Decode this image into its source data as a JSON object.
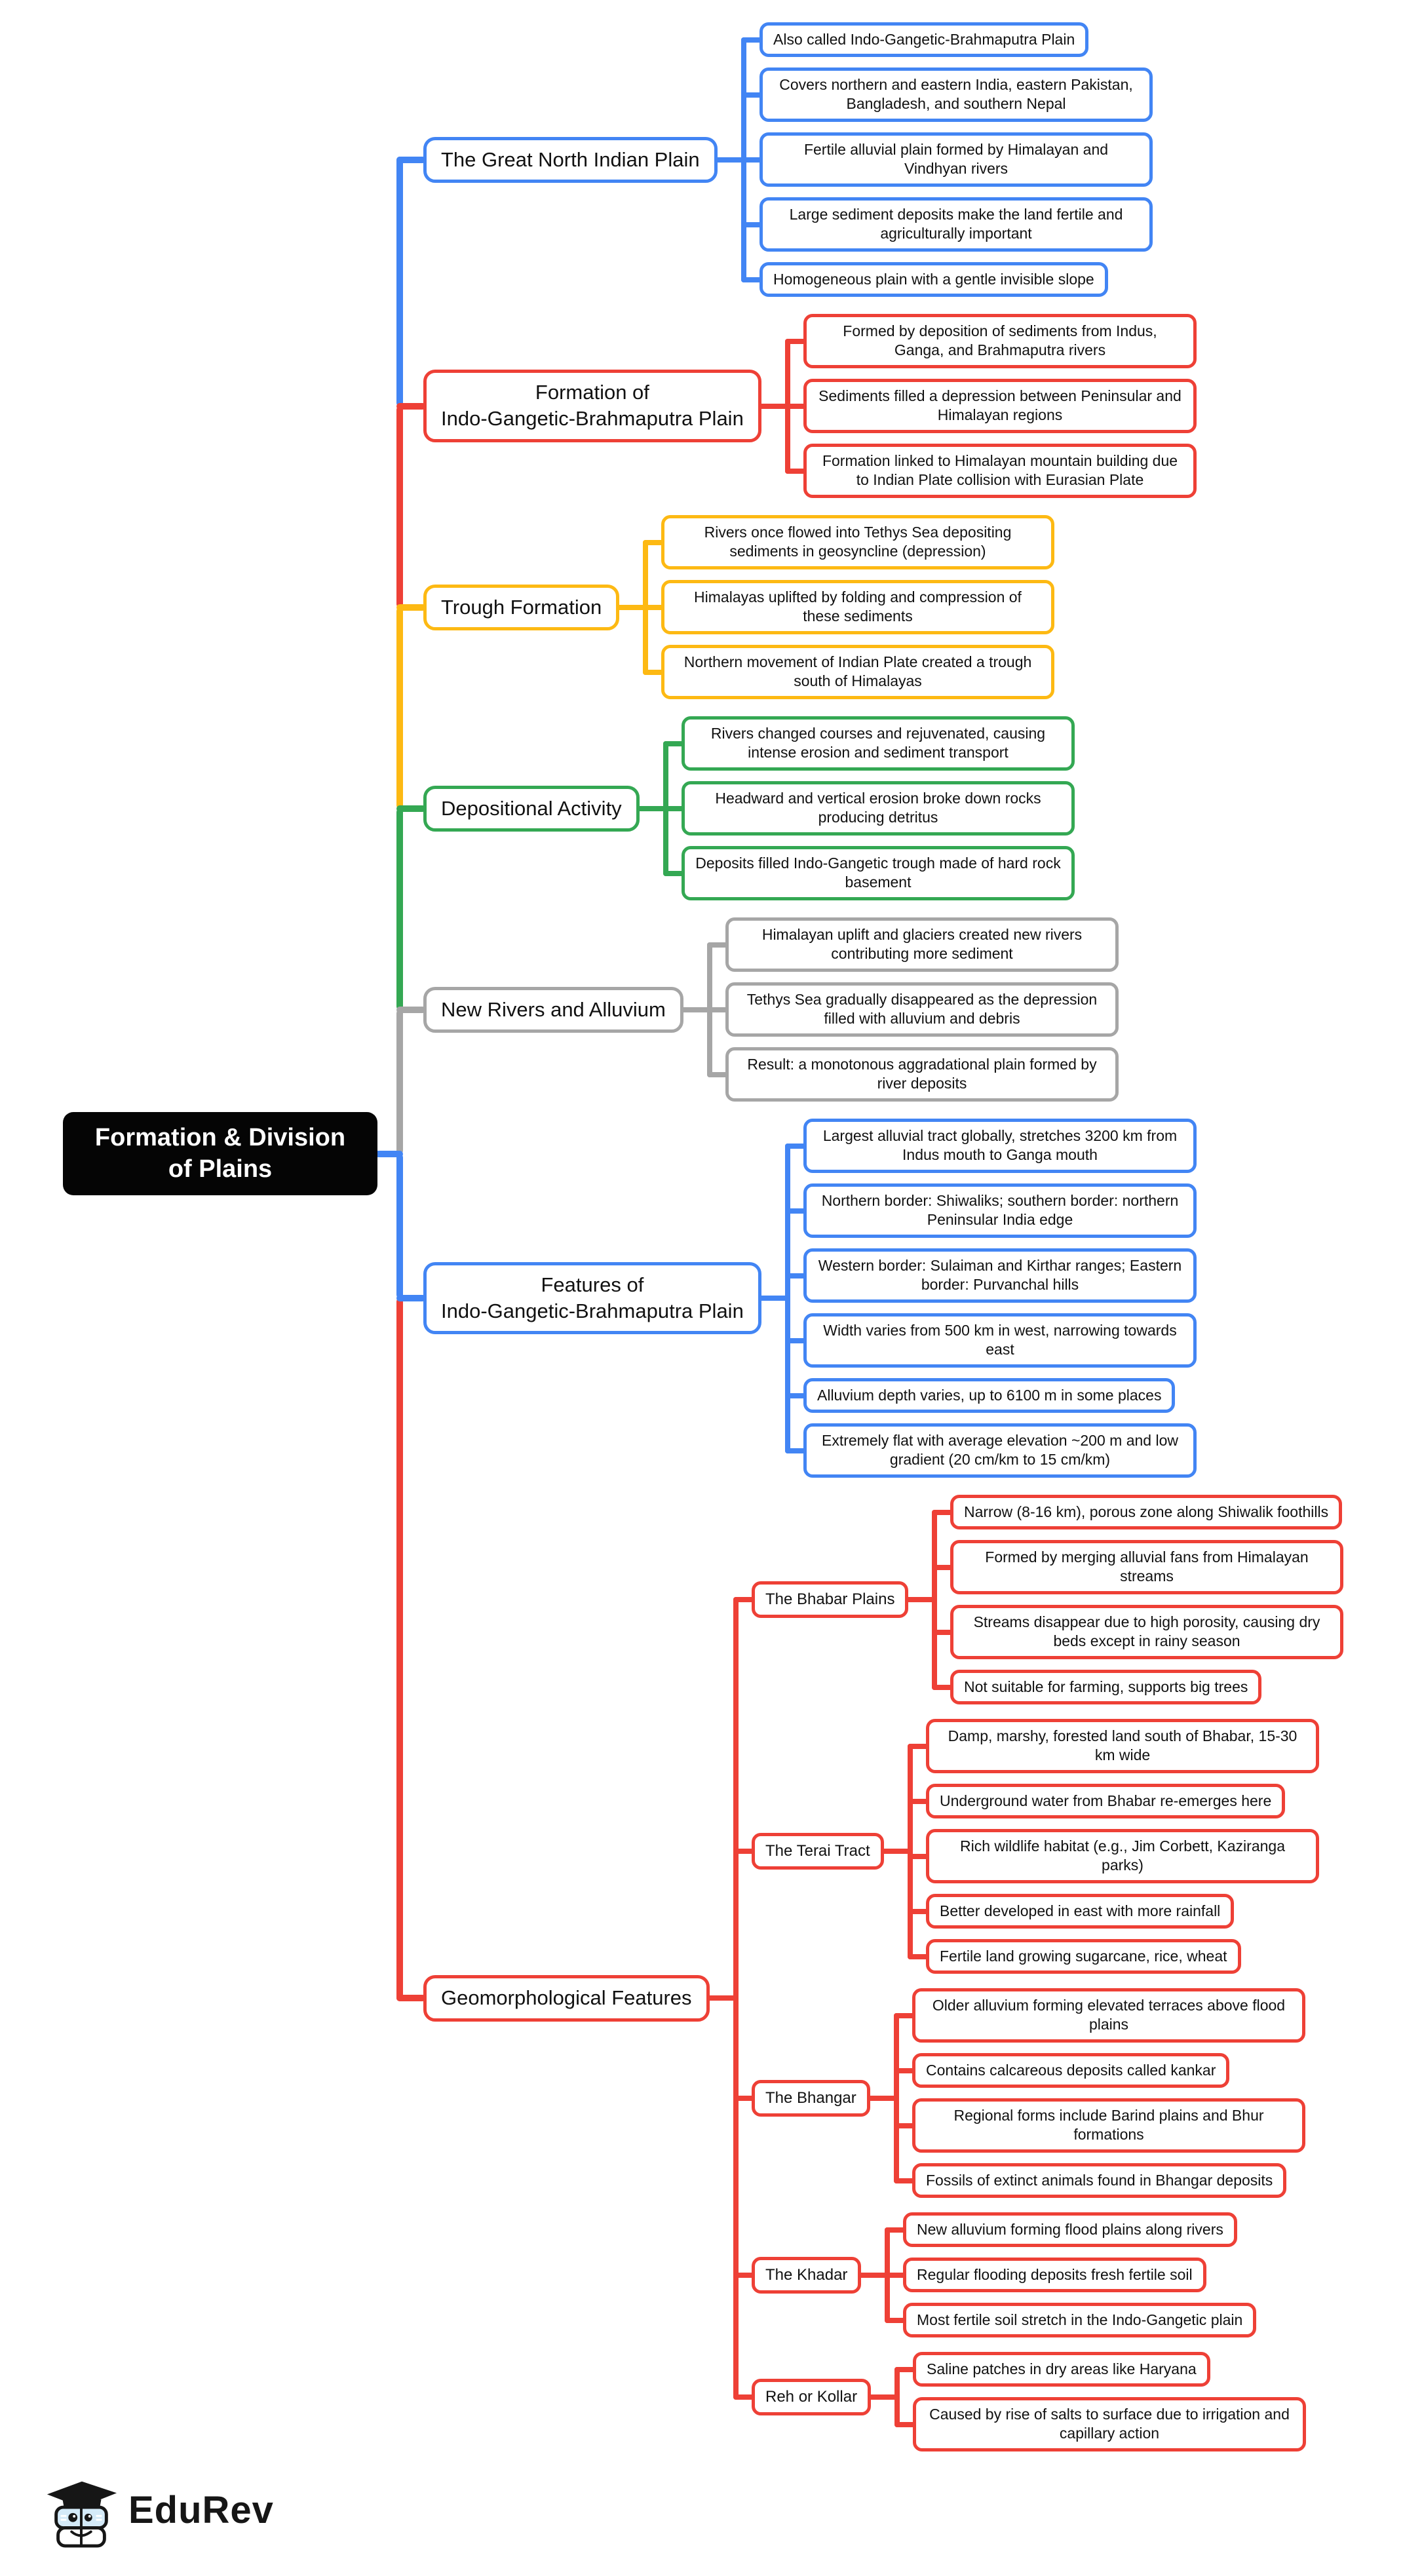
{
  "page": {
    "background": "#FFFFFF"
  },
  "palette": {
    "blue": "#4285F4",
    "red": "#EE4036",
    "yellow": "#FDB913",
    "green": "#34A853",
    "gray": "#A6A6A6",
    "root_bg": "#050505",
    "root_text": "#FFFFFF",
    "box_bg": "#FFFFFF",
    "text": "#111111"
  },
  "root": {
    "label": "Formation & Division of Plains"
  },
  "branches": [
    {
      "id": "great-north-indian-plain",
      "label": "The Great North Indian Plain",
      "color": "#4285F4",
      "leaves": [
        "Also called Indo-Gangetic-Brahmaputra Plain",
        "Covers northern and eastern India, eastern Pakistan, Bangladesh, and southern Nepal",
        "Fertile alluvial plain formed by Himalayan and Vindhyan rivers",
        "Large sediment deposits make the land fertile and agriculturally important",
        "Homogeneous plain with a gentle invisible slope"
      ]
    },
    {
      "id": "formation-igb-plain",
      "label": "Formation of\nIndo-Gangetic-Brahmaputra Plain",
      "color": "#EE4036",
      "leaves": [
        "Formed by deposition of sediments from Indus, Ganga, and Brahmaputra rivers",
        "Sediments filled a depression between Peninsular and Himalayan regions",
        "Formation linked to Himalayan mountain building due to Indian Plate collision with Eurasian Plate"
      ]
    },
    {
      "id": "trough-formation",
      "label": "Trough Formation",
      "color": "#FDB913",
      "leaves": [
        "Rivers once flowed into Tethys Sea depositing sediments in geosyncline (depression)",
        "Himalayas uplifted by folding and compression of these sediments",
        "Northern movement of Indian Plate created a trough south of Himalayas"
      ]
    },
    {
      "id": "depositional-activity",
      "label": "Depositional Activity",
      "color": "#34A853",
      "leaves": [
        "Rivers changed courses and rejuvenated, causing intense erosion and sediment transport",
        "Headward and vertical erosion broke down rocks producing detritus",
        "Deposits filled Indo-Gangetic trough made of hard rock basement"
      ]
    },
    {
      "id": "new-rivers-and-alluvium",
      "label": "New Rivers and Alluvium",
      "color": "#A6A6A6",
      "leaves": [
        "Himalayan uplift and glaciers created new rivers contributing more sediment",
        "Tethys Sea gradually disappeared as the depression filled with alluvium and debris",
        "Result: a monotonous aggradational plain formed by river deposits"
      ]
    },
    {
      "id": "features-igb-plain",
      "label": "Features of\nIndo-Gangetic-Brahmaputra Plain",
      "color": "#4285F4",
      "leaves": [
        "Largest alluvial tract globally, stretches 3200 km from Indus mouth to Ganga mouth",
        "Northern border: Shiwaliks; southern border: northern Peninsular India edge",
        "Western border: Sulaiman and Kirthar ranges; Eastern border: Purvanchal hills",
        "Width varies from 500 km in west, narrowing towards east",
        "Alluvium depth varies, up to 6100 m in some places",
        "Extremely flat with average elevation ~200 m and low gradient (20 cm/km to 15 cm/km)"
      ]
    },
    {
      "id": "geomorphological-features",
      "label": "Geomorphological Features",
      "color": "#EE4036",
      "children": [
        {
          "id": "bhabar-plains",
          "label": "The Bhabar Plains",
          "leaves": [
            "Narrow (8-16 km), porous zone along Shiwalik foothills",
            "Formed by merging alluvial fans from Himalayan streams",
            "Streams disappear due to high porosity, causing dry beds except in rainy season",
            "Not suitable for farming, supports big trees"
          ]
        },
        {
          "id": "terai-tract",
          "label": "The Terai Tract",
          "leaves": [
            "Damp, marshy, forested land south of Bhabar, 15-30 km wide",
            "Underground water from Bhabar re-emerges here",
            "Rich wildlife habitat (e.g., Jim Corbett, Kaziranga parks)",
            "Better developed in east with more rainfall",
            "Fertile land growing sugarcane, rice, wheat"
          ]
        },
        {
          "id": "bhangar",
          "label": "The Bhangar",
          "leaves": [
            "Older alluvium forming elevated terraces above flood plains",
            "Contains calcareous deposits called kankar",
            "Regional forms include Barind plains and Bhur formations",
            "Fossils of extinct animals found in Bhangar deposits"
          ]
        },
        {
          "id": "khadar",
          "label": "The Khadar",
          "leaves": [
            "New alluvium forming flood plains along rivers",
            "Regular flooding deposits fresh fertile soil",
            "Most fertile soil stretch in the Indo-Gangetic plain"
          ]
        },
        {
          "id": "reh-or-kollar",
          "label": "Reh or Kollar",
          "leaves": [
            "Saline patches in dry areas like Haryana",
            "Caused by rise of salts to surface due to irrigation and capillary action"
          ]
        }
      ]
    }
  ],
  "logo": {
    "text": "EduRev"
  }
}
